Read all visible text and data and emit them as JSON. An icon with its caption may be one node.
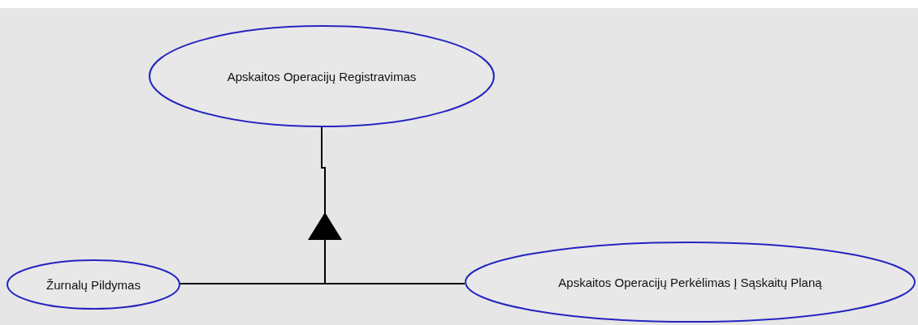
{
  "diagram": {
    "nodes": [
      {
        "text": [
          "Apskaitos Operacijų Registravimas"
        ]
      },
      {
        "text": [
          "Žurnalų Pildymas"
        ]
      },
      {
        "text": [
          "Apskaitos Operacijų Perkėlimas Į Sąskaitų Planą"
        ]
      }
    ],
    "edges": [
      {
        "from": 1,
        "to": 0,
        "arrow": "to"
      },
      {
        "from": 2,
        "to": 0,
        "arrow": "to"
      }
    ]
  }
}
